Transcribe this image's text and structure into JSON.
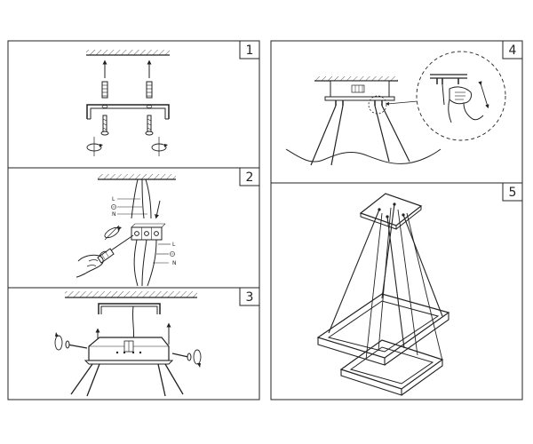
{
  "panels": [
    {
      "number": "1"
    },
    {
      "number": "2",
      "labels": [
        "L",
        "N",
        "L",
        "N"
      ]
    },
    {
      "number": "3"
    },
    {
      "number": "4"
    },
    {
      "number": "5"
    }
  ]
}
